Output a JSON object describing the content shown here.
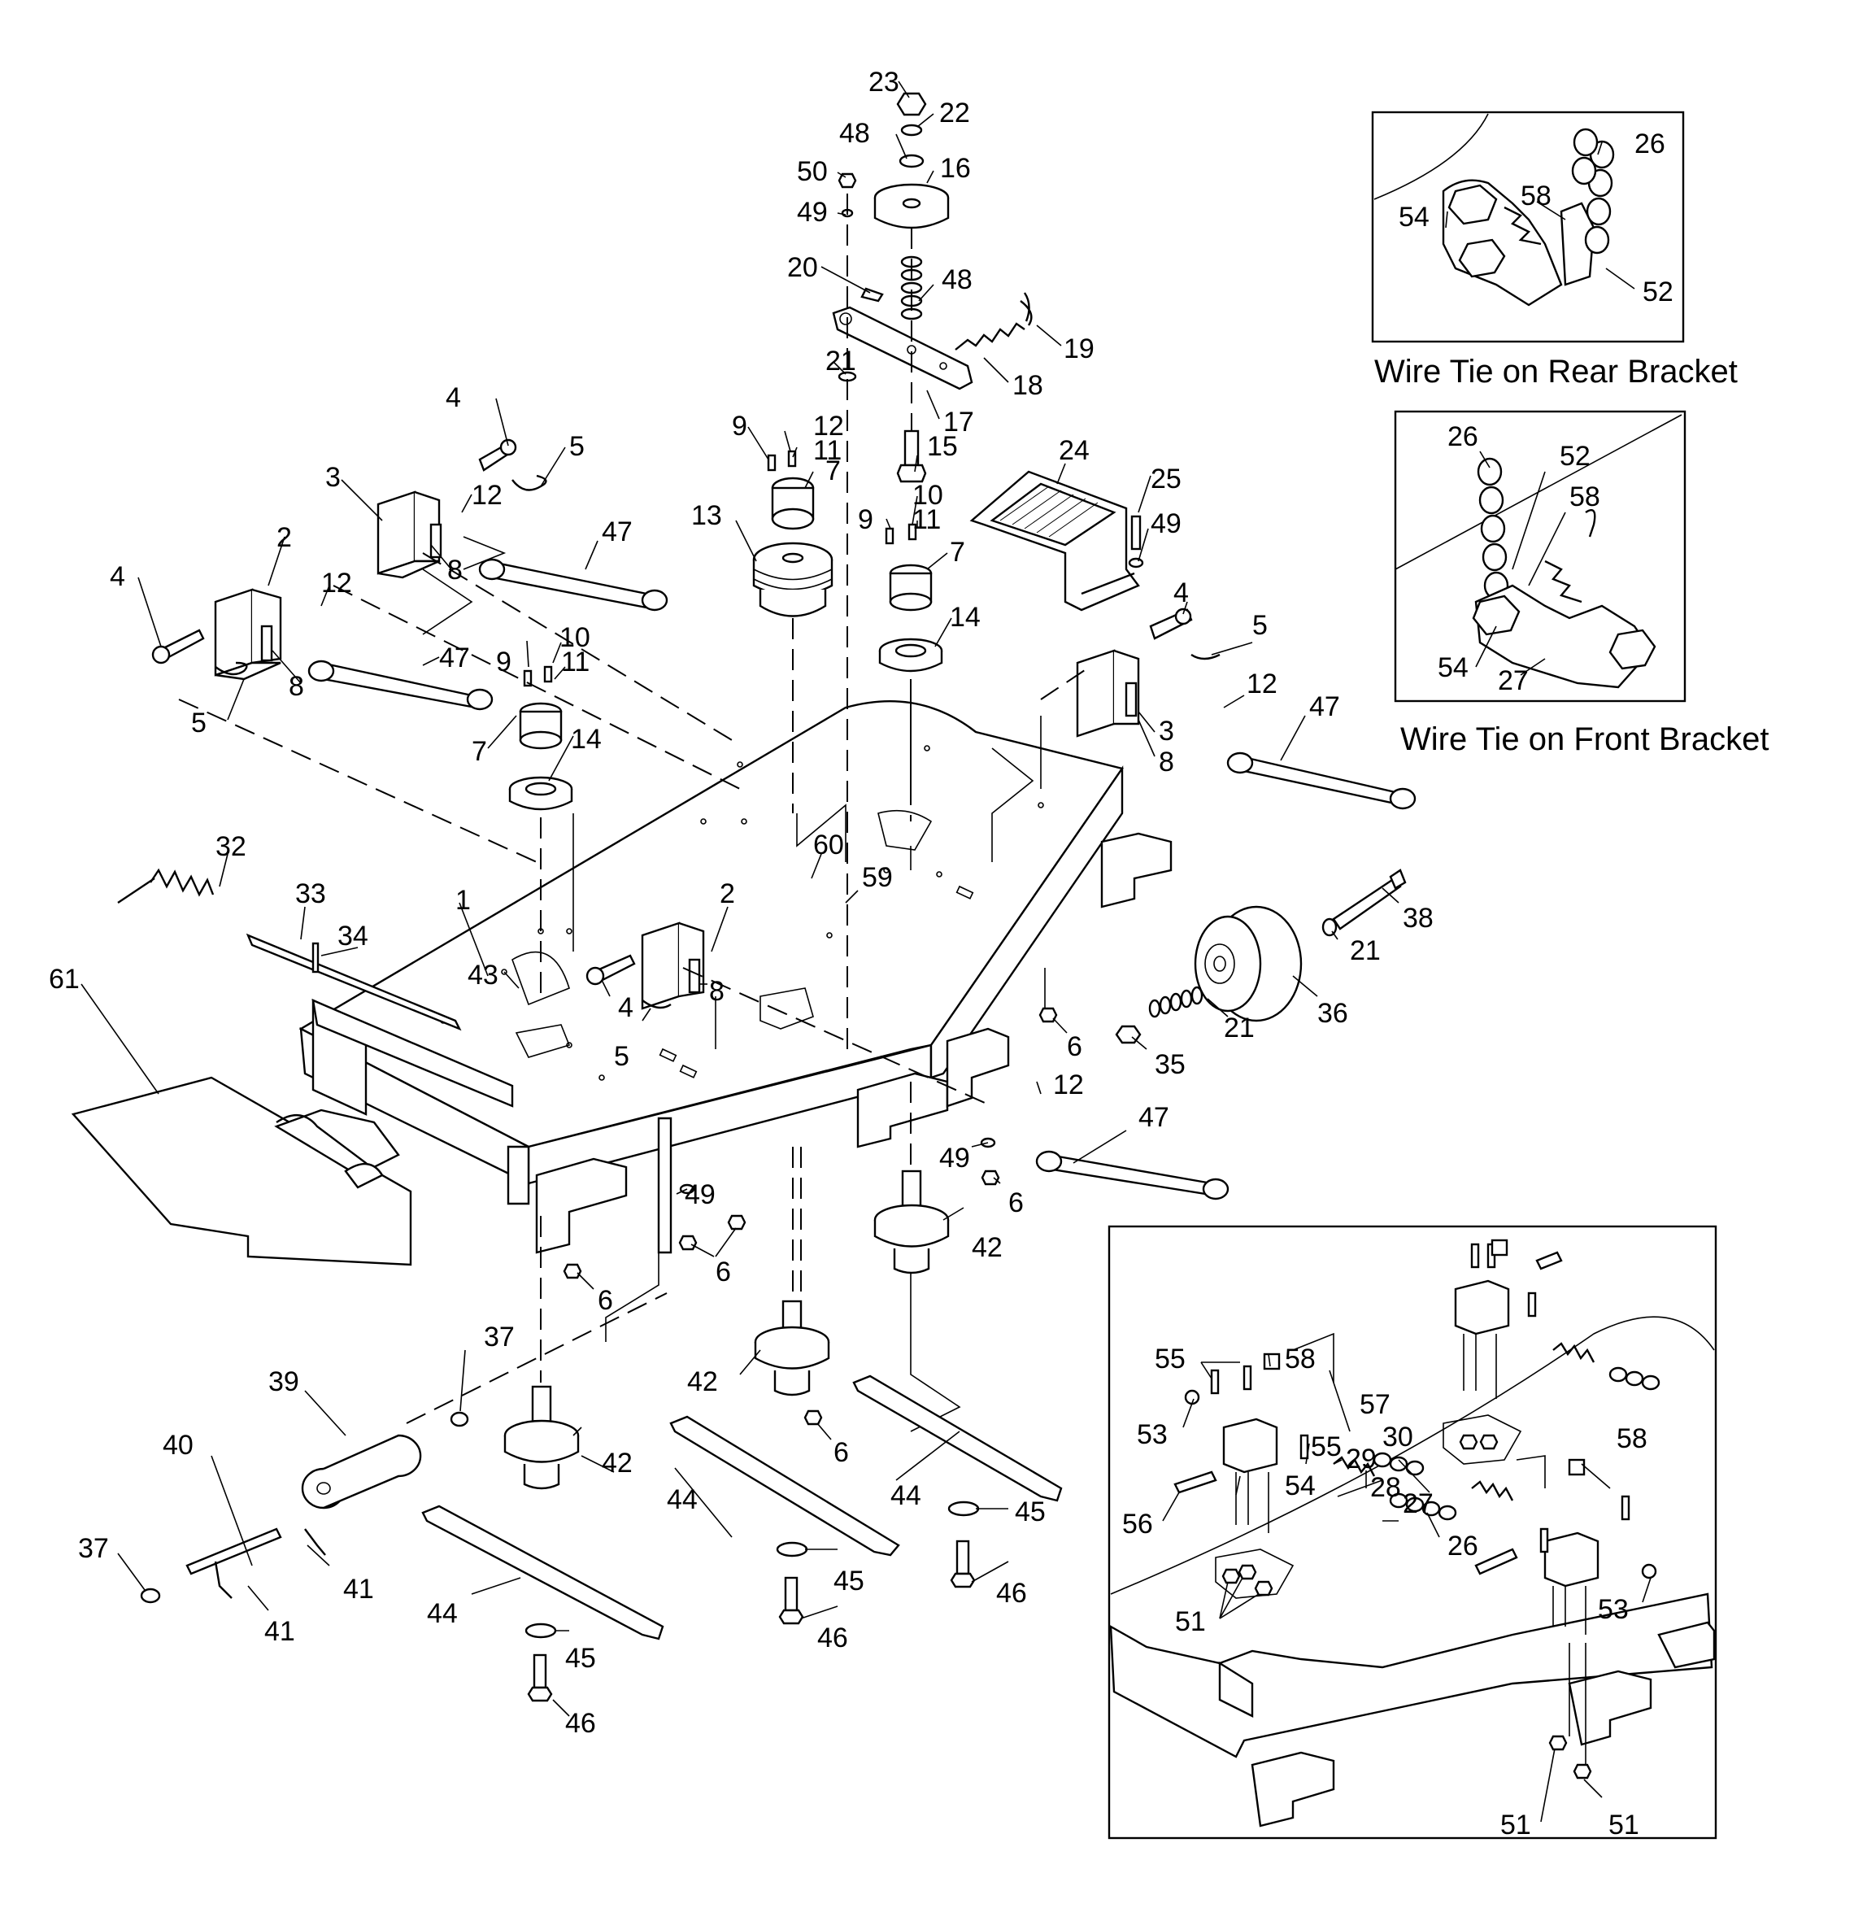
{
  "insets": {
    "rear": {
      "caption": "Wire Tie on Rear Bracket",
      "callouts": [
        "26",
        "58",
        "54",
        "52"
      ]
    },
    "front": {
      "caption": "Wire Tie on Front Bracket",
      "callouts": [
        "26",
        "52",
        "58",
        "54",
        "27"
      ]
    },
    "detail": {
      "callouts": [
        "55",
        "58",
        "53",
        "57",
        "55",
        "29",
        "30",
        "58",
        "56",
        "54",
        "28",
        "27",
        "26",
        "53",
        "51",
        "51",
        "51"
      ]
    }
  },
  "callouts": [
    "23",
    "22",
    "48",
    "16",
    "50",
    "49",
    "20",
    "48",
    "19",
    "18",
    "21",
    "17",
    "15",
    "9",
    "12",
    "11",
    "7",
    "13",
    "4",
    "5",
    "3",
    "12",
    "47",
    "8",
    "2",
    "12",
    "4",
    "47",
    "5",
    "8",
    "9",
    "10",
    "11",
    "7",
    "14",
    "24",
    "25",
    "49",
    "9",
    "10",
    "11",
    "7",
    "14",
    "4",
    "5",
    "12",
    "47",
    "3",
    "8",
    "32",
    "33",
    "34",
    "1",
    "43",
    "60",
    "59",
    "2",
    "4",
    "8",
    "5",
    "38",
    "21",
    "36",
    "21",
    "35",
    "6",
    "61",
    "12",
    "47",
    "49",
    "6",
    "6",
    "6",
    "42",
    "37",
    "39",
    "49",
    "42",
    "40",
    "41",
    "37",
    "41",
    "42",
    "6",
    "44",
    "45",
    "46",
    "44",
    "45",
    "46",
    "44",
    "45",
    "46"
  ]
}
